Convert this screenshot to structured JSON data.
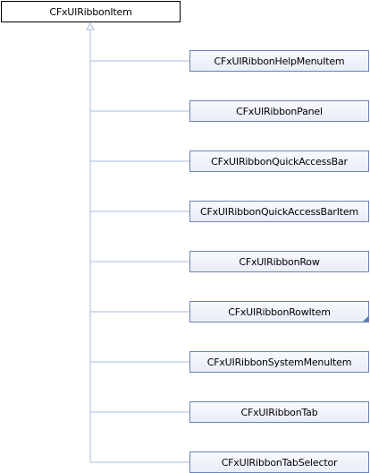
{
  "diagram": {
    "root": {
      "label": "CFxUIRibbonItem"
    },
    "children": [
      {
        "label": "CFxUIRibbonHelpMenuItem",
        "truncated": false
      },
      {
        "label": "CFxUIRibbonPanel",
        "truncated": false
      },
      {
        "label": "CFxUIRibbonQuickAccessBar",
        "truncated": false
      },
      {
        "label": "CFxUIRibbonQuickAccessBarItem",
        "truncated": false
      },
      {
        "label": "CFxUIRibbonRow",
        "truncated": false
      },
      {
        "label": "CFxUIRibbonRowItem",
        "truncated": true
      },
      {
        "label": "CFxUIRibbonSystemMenuItem",
        "truncated": false
      },
      {
        "label": "CFxUIRibbonTab",
        "truncated": false
      },
      {
        "label": "CFxUIRibbonTabSelector",
        "truncated": false
      }
    ],
    "colors": {
      "edge": "#a9bde0",
      "node_border": "#6e83b6",
      "root_border": "#000000",
      "truncation_marker": "#5f77b0"
    }
  }
}
